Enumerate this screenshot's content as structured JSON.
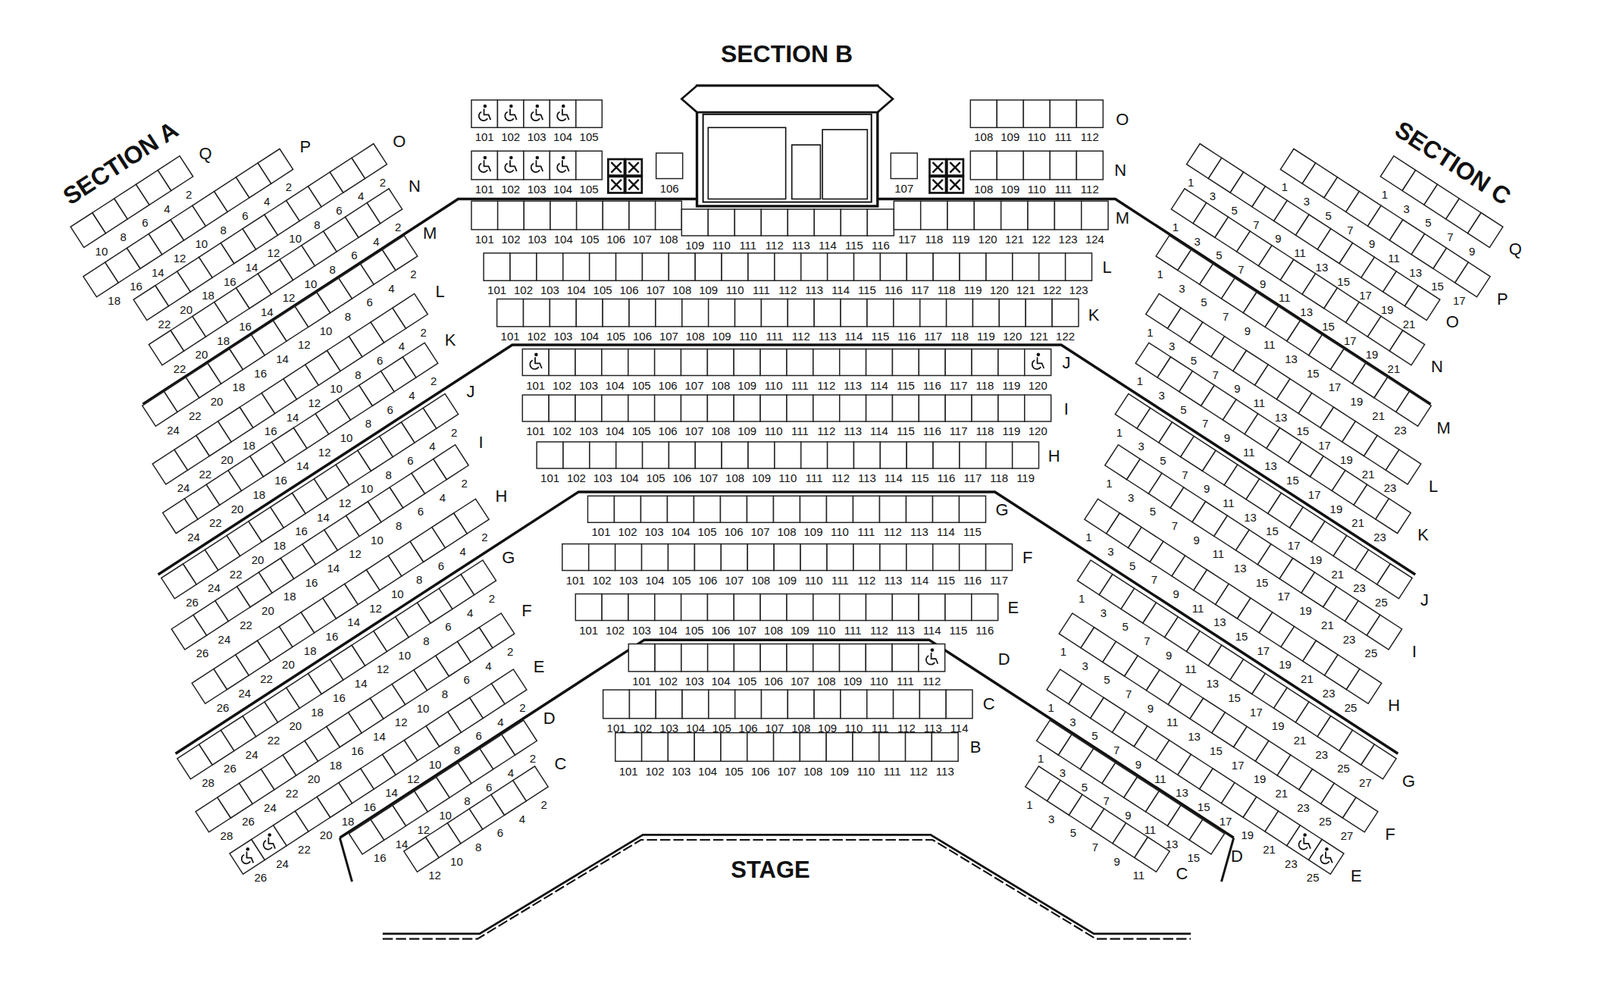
{
  "diagram": {
    "labels": [
      "SECTION A",
      "SECTION B",
      "SECTION C",
      "101",
      "102",
      "103",
      "104",
      "105",
      "108",
      "109",
      "110",
      "111",
      "112",
      "O",
      "101",
      "102",
      "103",
      "104",
      "105",
      "106",
      "107",
      "108",
      "109",
      "110",
      "111",
      "112",
      "N",
      "101",
      "102",
      "103",
      "104",
      "105",
      "106",
      "107",
      "108",
      "109",
      "110",
      "111",
      "112",
      "113",
      "114",
      "115",
      "116",
      "117",
      "118",
      "119",
      "120",
      "121",
      "122",
      "123",
      "124",
      "M",
      "101",
      "102",
      "103",
      "104",
      "105",
      "106",
      "107",
      "108",
      "109",
      "110",
      "111",
      "112",
      "113",
      "114",
      "115",
      "116",
      "117",
      "118",
      "119",
      "120",
      "121",
      "122",
      "123",
      "L",
      "101",
      "102",
      "103",
      "104",
      "105",
      "106",
      "107",
      "108",
      "109",
      "110",
      "111",
      "112",
      "113",
      "114",
      "115",
      "116",
      "117",
      "118",
      "119",
      "120",
      "121",
      "122",
      "K",
      "101",
      "102",
      "103",
      "104",
      "105",
      "106",
      "107",
      "108",
      "109",
      "110",
      "111",
      "112",
      "113",
      "114",
      "115",
      "116",
      "117",
      "118",
      "119",
      "120",
      "J",
      "101",
      "102",
      "103",
      "104",
      "105",
      "106",
      "107",
      "108",
      "109",
      "110",
      "111",
      "112",
      "113",
      "114",
      "115",
      "116",
      "117",
      "118",
      "119",
      "120",
      "I",
      "101",
      "102",
      "103",
      "104",
      "105",
      "106",
      "107",
      "108",
      "109",
      "110",
      "111",
      "112",
      "113",
      "114",
      "115",
      "116",
      "117",
      "118",
      "119",
      "H",
      "101",
      "102",
      "103",
      "104",
      "105",
      "106",
      "107",
      "108",
      "109",
      "110",
      "111",
      "112",
      "113",
      "114",
      "115",
      "G",
      "101",
      "102",
      "103",
      "104",
      "105",
      "106",
      "107",
      "108",
      "109",
      "110",
      "111",
      "112",
      "113",
      "114",
      "115",
      "116",
      "117",
      "F",
      "101",
      "102",
      "103",
      "104",
      "105",
      "106",
      "107",
      "108",
      "109",
      "110",
      "111",
      "112",
      "113",
      "114",
      "115",
      "116",
      "E",
      "101",
      "102",
      "103",
      "104",
      "105",
      "106",
      "107",
      "108",
      "109",
      "110",
      "111",
      "112",
      "D",
      "101",
      "102",
      "103",
      "104",
      "105",
      "106",
      "107",
      "108",
      "109",
      "110",
      "111",
      "112",
      "113",
      "114",
      "C",
      "101",
      "102",
      "103",
      "104",
      "105",
      "106",
      "107",
      "108",
      "109",
      "110",
      "111",
      "112",
      "113",
      "B",
      "10",
      "8",
      "6",
      "4",
      "2",
      "Q",
      "18",
      "16",
      "14",
      "12",
      "10",
      "8",
      "6",
      "4",
      "2",
      "P",
      "22",
      "20",
      "18",
      "16",
      "14",
      "12",
      "10",
      "8",
      "6",
      "4",
      "2",
      "O",
      "22",
      "20",
      "18",
      "16",
      "14",
      "12",
      "10",
      "8",
      "6",
      "4",
      "2",
      "N",
      "24",
      "22",
      "20",
      "18",
      "16",
      "14",
      "12",
      "10",
      "8",
      "6",
      "4",
      "2",
      "M",
      "24",
      "22",
      "20",
      "18",
      "16",
      "14",
      "12",
      "10",
      "8",
      "6",
      "4",
      "2",
      "L",
      "24",
      "22",
      "20",
      "18",
      "16",
      "14",
      "12",
      "10",
      "8",
      "6",
      "4",
      "2",
      "K",
      "26",
      "24",
      "22",
      "20",
      "18",
      "16",
      "14",
      "12",
      "10",
      "8",
      "6",
      "4",
      "2",
      "J",
      "26",
      "24",
      "22",
      "20",
      "18",
      "16",
      "14",
      "12",
      "10",
      "8",
      "6",
      "4",
      "2",
      "I",
      "26",
      "24",
      "22",
      "20",
      "18",
      "16",
      "14",
      "12",
      "10",
      "8",
      "6",
      "4",
      "2",
      "H",
      "28",
      "26",
      "24",
      "22",
      "20",
      "18",
      "16",
      "14",
      "12",
      "10",
      "8",
      "6",
      "4",
      "2",
      "G",
      "28",
      "26",
      "24",
      "22",
      "20",
      "18",
      "16",
      "14",
      "12",
      "10",
      "8",
      "6",
      "4",
      "2",
      "F",
      "26",
      "24",
      "22",
      "20",
      "18",
      "16",
      "14",
      "12",
      "10",
      "8",
      "6",
      "4",
      "2",
      "E",
      "16",
      "14",
      "12",
      "10",
      "8",
      "6",
      "4",
      "2",
      "D",
      "12",
      "10",
      "8",
      "6",
      "4",
      "2",
      "C",
      "1",
      "3",
      "5",
      "7",
      "9",
      "Q",
      "1",
      "3",
      "5",
      "7",
      "9",
      "11",
      "13",
      "15",
      "17",
      "P",
      "1",
      "3",
      "5",
      "7",
      "9",
      "11",
      "13",
      "15",
      "17",
      "19",
      "21",
      "O",
      "1",
      "3",
      "5",
      "7",
      "9",
      "11",
      "13",
      "15",
      "17",
      "19",
      "21",
      "N",
      "1",
      "3",
      "5",
      "7",
      "9",
      "11",
      "13",
      "15",
      "17",
      "19",
      "21",
      "23",
      "M",
      "1",
      "3",
      "5",
      "7",
      "9",
      "11",
      "13",
      "15",
      "17",
      "19",
      "21",
      "23",
      "L",
      "1",
      "3",
      "5",
      "7",
      "9",
      "11",
      "13",
      "15",
      "17",
      "19",
      "21",
      "23",
      "K",
      "1",
      "3",
      "5",
      "7",
      "9",
      "11",
      "13",
      "15",
      "17",
      "19",
      "21",
      "23",
      "25",
      "J",
      "1",
      "3",
      "5",
      "7",
      "9",
      "11",
      "13",
      "15",
      "17",
      "19",
      "21",
      "23",
      "25",
      "I",
      "1",
      "3",
      "5",
      "7",
      "9",
      "11",
      "13",
      "15",
      "17",
      "19",
      "21",
      "23",
      "25",
      "H",
      "1",
      "3",
      "5",
      "7",
      "9",
      "11",
      "13",
      "15",
      "17",
      "19",
      "21",
      "23",
      "25",
      "27",
      "G",
      "1",
      "3",
      "5",
      "7",
      "9",
      "11",
      "13",
      "15",
      "17",
      "19",
      "21",
      "23",
      "25",
      "27",
      "F",
      "1",
      "3",
      "5",
      "7",
      "9",
      "11",
      "13",
      "15",
      "17",
      "19",
      "21",
      "23",
      "25",
      "E",
      "1",
      "3",
      "5",
      "7",
      "9",
      "11",
      "13",
      "15",
      "D",
      "1",
      "3",
      "5",
      "7",
      "9",
      "11",
      "C",
      "STAGE"
    ]
  }
}
